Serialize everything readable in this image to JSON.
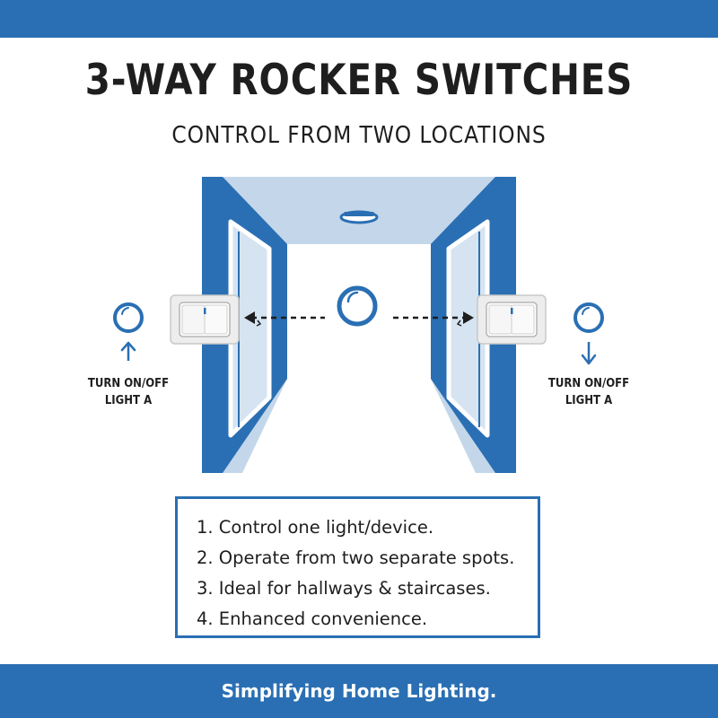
{
  "colors": {
    "brand_blue": "#2a6fb3",
    "light_blue": "#c4d7ea",
    "pale_blue": "#d6e4f1",
    "text_dark": "#1e1e1e",
    "white": "#ffffff"
  },
  "header": {
    "title": "3-WAY ROCKER SWITCHES",
    "subtitle": "CONTROL FROM TWO LOCATIONS"
  },
  "scene": {
    "icons": [
      "ceiling-light-icon",
      "light-bulb-icon",
      "rocker-switch-icon",
      "arrow-up-icon",
      "arrow-down-icon",
      "dashed-arrow-icon"
    ],
    "left": {
      "caption_line1": "TURN ON/OFF",
      "caption_line2": "LIGHT A"
    },
    "right": {
      "caption_line1": "TURN ON/OFF",
      "caption_line2": "LIGHT A"
    }
  },
  "features": [
    "1. Control one light/device.",
    "2. Operate from two separate spots.",
    "3. Ideal for hallways & staircases.",
    "4. Enhanced convenience."
  ],
  "footer": {
    "tagline": "Simplifying Home Lighting."
  }
}
